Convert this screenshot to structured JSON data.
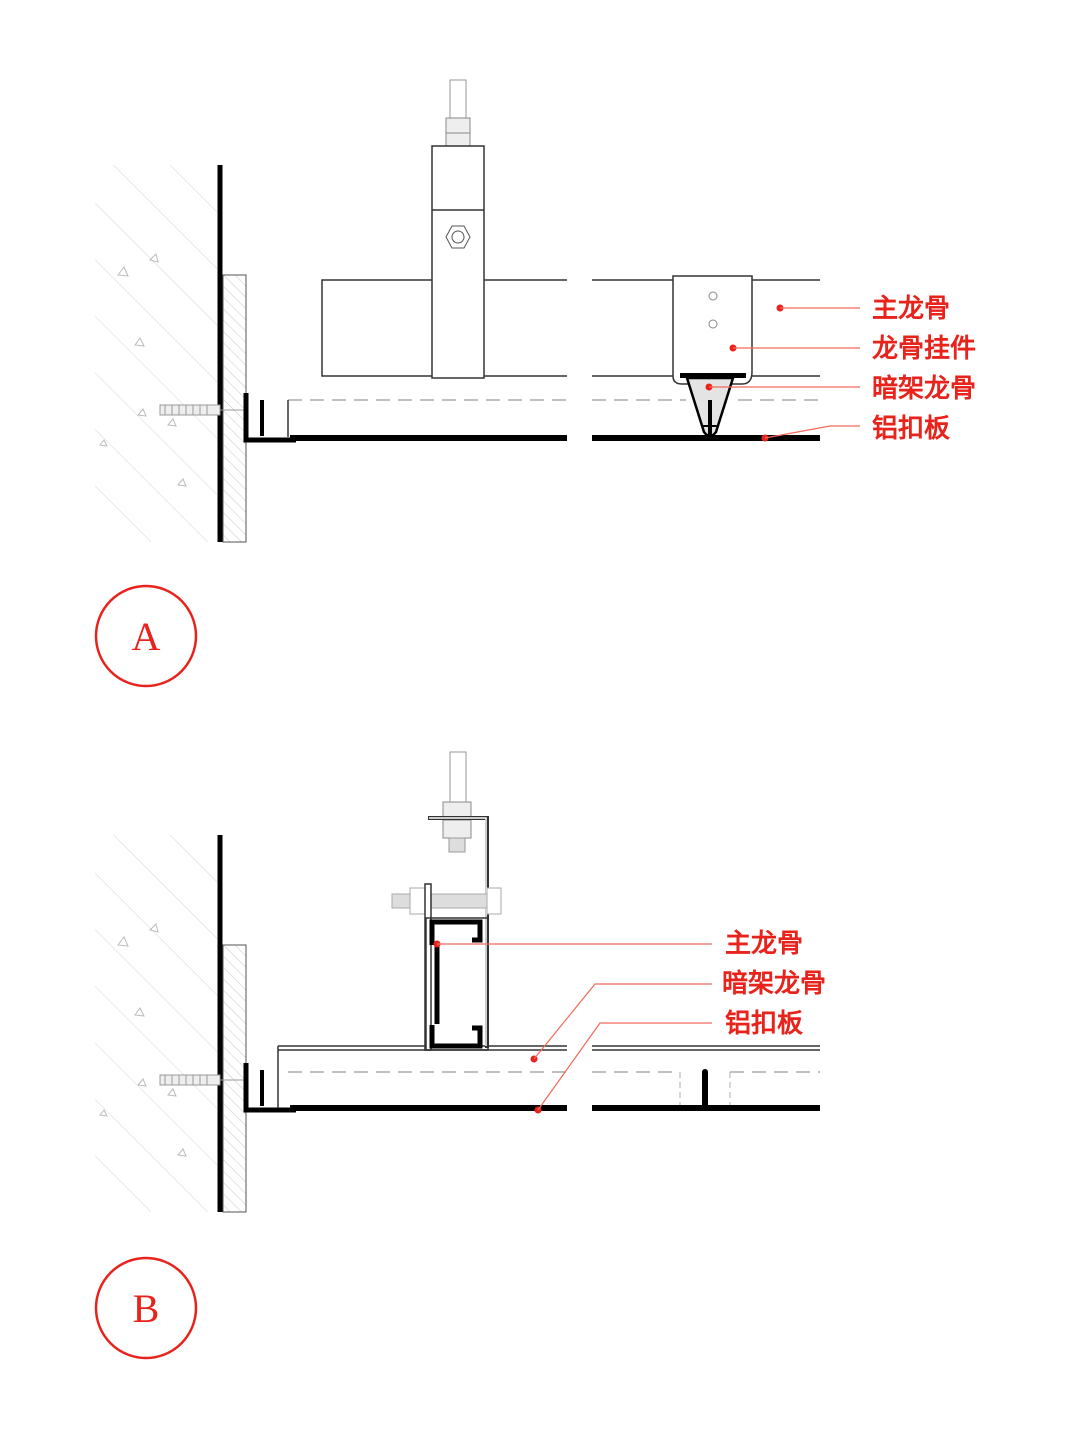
{
  "section_a": {
    "marker": "A",
    "labels": [
      "主龙骨",
      "龙骨挂件",
      "暗架龙骨",
      "铝扣板"
    ]
  },
  "section_b": {
    "marker": "B",
    "labels": [
      "主龙骨",
      "暗架龙骨",
      "铝扣板"
    ]
  },
  "colors": {
    "annotation": "#e8231c",
    "leader": "#f26a5a",
    "line": "#000000"
  }
}
